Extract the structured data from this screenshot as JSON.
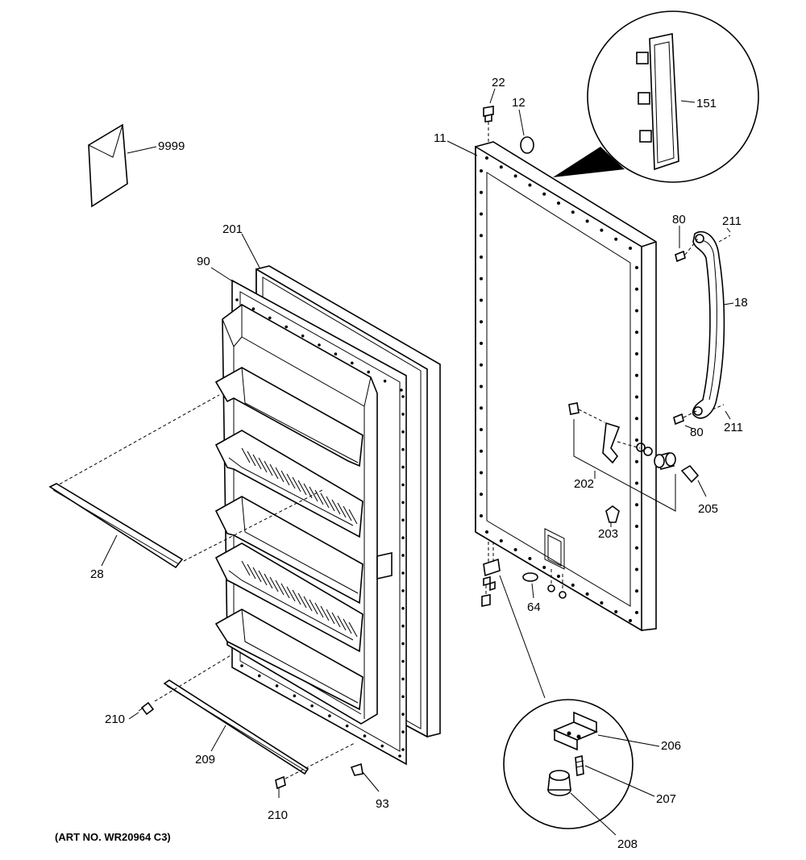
{
  "callouts": {
    "envelope": "9999",
    "handle_end_cap": "151",
    "screw_top": "22",
    "plug_top": "12",
    "outer_door": "11",
    "gasket": "201",
    "door_liner": "90",
    "handle_screw_upper": "80",
    "handle_screw_lower": "80",
    "handle_plug_upper": "211",
    "handle_plug_lower": "211",
    "handle": "18",
    "lock_assembly": "202",
    "lock_key": "205",
    "lock_clip": "203",
    "shelf_front": "28",
    "hinge_plug": "64",
    "bottom_trim": "209",
    "trim_screw_left": "210",
    "trim_screw_bottom": "210",
    "liner_screw": "93",
    "hinge_bracket": "206",
    "hinge_screw": "207",
    "hinge_pin": "208"
  },
  "footer": {
    "art_number": "(ART NO. WR20964 C3)"
  }
}
